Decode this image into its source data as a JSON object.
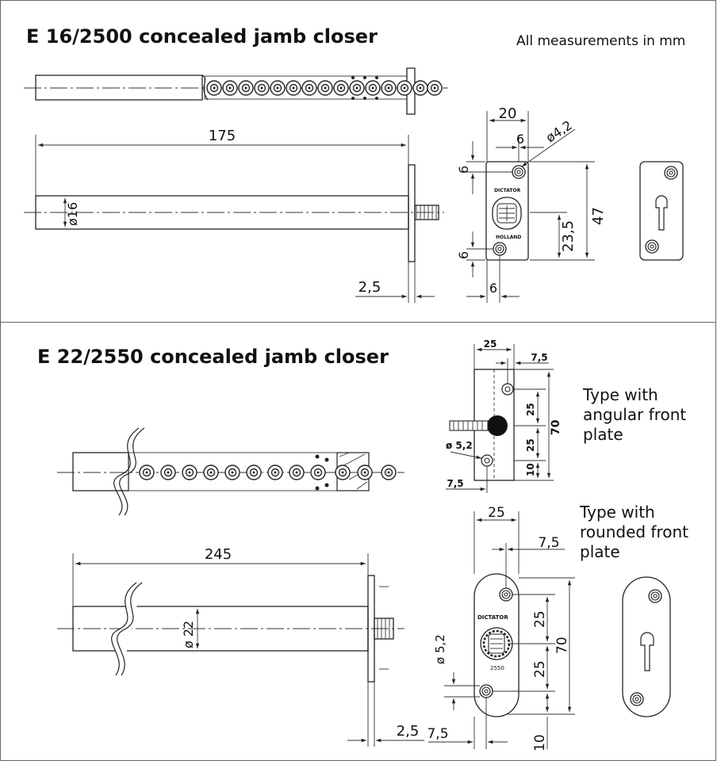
{
  "top": {
    "title": "E 16/2500 concealed jamb closer",
    "note": "All measurements in mm",
    "dims": {
      "length": "175",
      "diameter": "ø16",
      "plate_thickness": "2,5",
      "plate_width": "20",
      "hole_offset": "6",
      "hole_diameter": "ø4,2",
      "height": "47",
      "half_height": "23,5",
      "top_margin": "6",
      "bottom_margin": "6",
      "bottom_offset": "6"
    },
    "plate_text": {
      "brand": "DICTATOR",
      "origin": "HOLLAND"
    }
  },
  "bottom": {
    "title": "E 22/2550 concealed jamb closer",
    "type_angular": [
      "Type with",
      "angular front",
      "plate"
    ],
    "type_rounded": [
      "Type with",
      "rounded front",
      "plate"
    ],
    "dims": {
      "length": "245",
      "diameter": "ø 22",
      "plate_thickness": "2,5",
      "angular_width": "25",
      "angular_offset": "7,5",
      "angular_half_top": "25",
      "angular_half_bottom": "25",
      "angular_height": "70",
      "angular_bottom": "10",
      "angular_hole": "ø 5,2",
      "angular_left_offset": "7,5",
      "rounded_width": "25",
      "rounded_offset": "7,5",
      "rounded_half_top": "25",
      "rounded_half_bottom": "25",
      "rounded_height": "70",
      "rounded_bottom": "10",
      "rounded_hole": "ø 5,2",
      "rounded_left_offset": "7,5"
    },
    "plate_text": {
      "brand": "DICTATOR",
      "model": "2550"
    }
  }
}
